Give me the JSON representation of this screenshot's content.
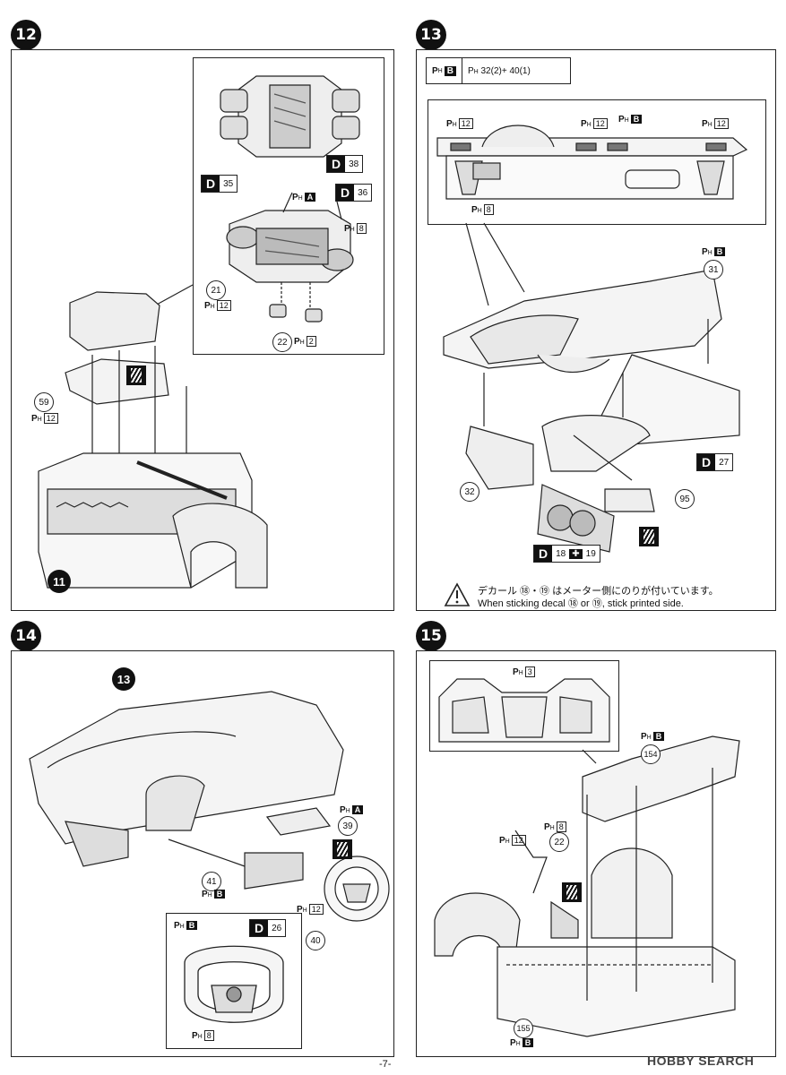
{
  "steps": {
    "s12": "12",
    "s13": "13",
    "s14": "14",
    "s15": "15"
  },
  "panel12": {
    "part38": "38",
    "part35": "35",
    "part36": "36",
    "part21": "21",
    "part22": "22",
    "part59": "59",
    "part11": "11",
    "ph_a": "A",
    "ph_8": "8",
    "ph_12": "12",
    "ph_12b": "12",
    "ph_2": "2",
    "d_label": "D"
  },
  "panel13": {
    "paint_b": "B",
    "paint_mix": "32(2)+ 40(1)",
    "ph_12a": "12",
    "ph_12b": "12",
    "ph_b": "B",
    "ph_12c": "12",
    "ph_8": "8",
    "ph_b2": "B",
    "part31": "31",
    "part27": "27",
    "part32": "32",
    "part95": "95",
    "decal18": "18",
    "decal19": "19",
    "warning_jp": "デカール ⑱・⑲ はメーター側にのりが付いています。",
    "warning_en": "When sticking decal ⑱ or ⑲, stick printed side."
  },
  "panel14": {
    "ref13": "13",
    "ph_a": "A",
    "part39": "39",
    "part41": "41",
    "ph_b": "B",
    "ph_12": "12",
    "part40": "40",
    "ph_b_inset": "B",
    "d26": "26",
    "ph_8": "8"
  },
  "panel15": {
    "ph_3": "3",
    "ph_b": "B",
    "part154": "154",
    "ph_8": "8",
    "ph_12": "12",
    "part22": "22",
    "part155": "155",
    "ph_b2": "B"
  },
  "footer": {
    "page": "-7-",
    "watermark": "HOBBY SEARCH"
  }
}
